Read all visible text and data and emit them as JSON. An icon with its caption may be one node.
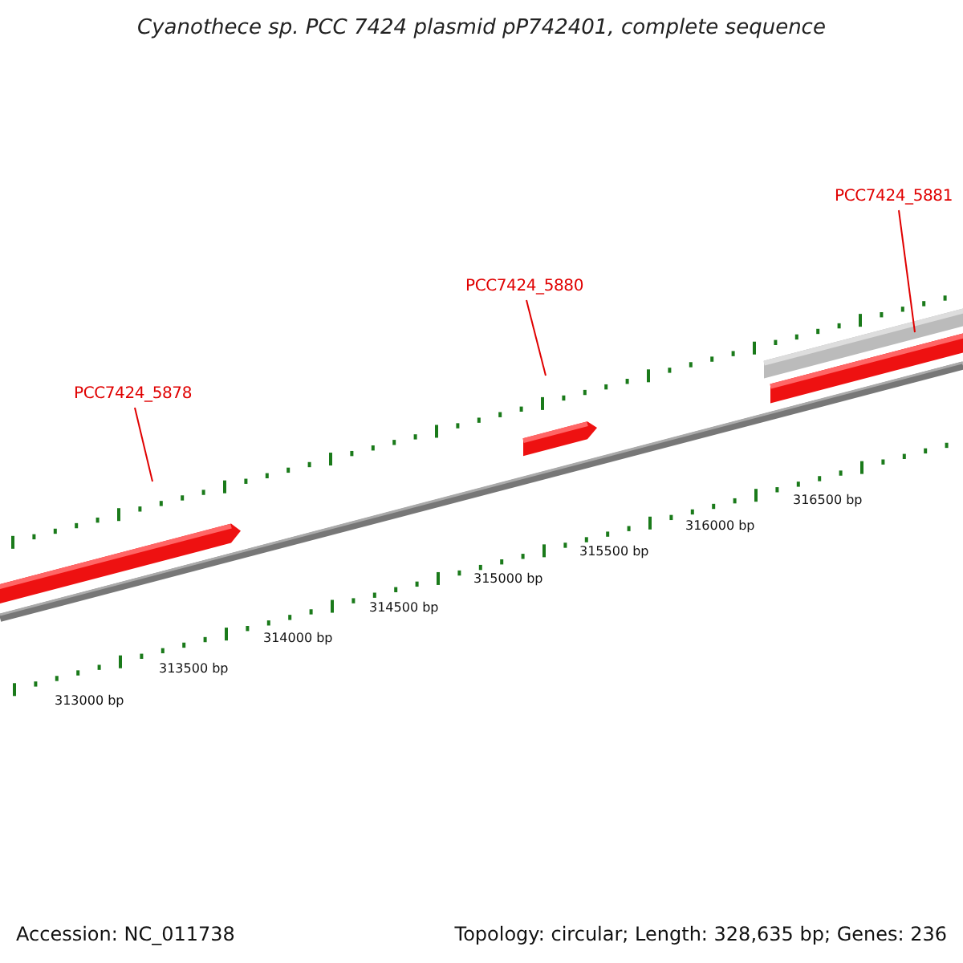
{
  "diagram": {
    "title": "Cyanothece sp. PCC 7424 plasmid pP742401, complete sequence",
    "nodes": [
      {
        "text": [
          "PCC7424_5881"
        ]
      },
      {
        "text": [
          "PCC7424_5880"
        ]
      },
      {
        "text": [
          "PCC7424_5878"
        ]
      },
      {
        "text": [],
        "shape": "arrow"
      },
      {
        "text": [],
        "shape": "arrow"
      },
      {
        "text": [],
        "shape": "bar"
      },
      {
        "text": [],
        "shape": "bar"
      }
    ],
    "edges": [
      {
        "from": 0,
        "to": 5,
        "arrow": "none"
      },
      {
        "from": 1,
        "to": 4,
        "arrow": "none"
      },
      {
        "from": 2,
        "to": 3,
        "arrow": "none"
      }
    ],
    "labels": [
      "316500 bp",
      "316000 bp",
      "315500 bp",
      "315000 bp",
      "314500 bp",
      "314000 bp",
      "313500 bp",
      "313000 bp",
      "Accession: NC_011738",
      "Topology: circular; Length: 328,635 bp; Genes: 236"
    ]
  }
}
